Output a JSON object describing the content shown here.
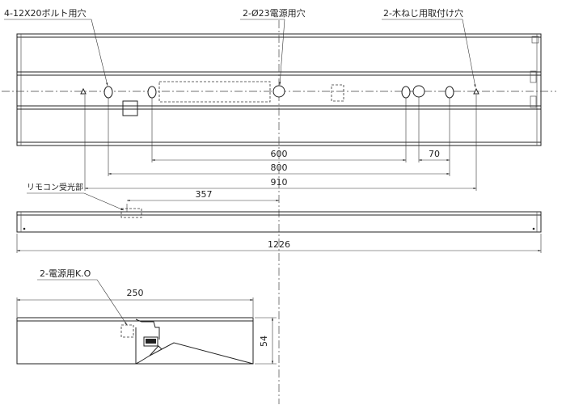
{
  "labels": {
    "bolt_holes": "4-12X20ボルト用穴",
    "power_holes": "2-Ø23電源用穴",
    "screw_holes": "2-木ねじ用取付け穴",
    "remote_receiver": "リモコン受光部",
    "power_ko": "2-電源用K.O"
  },
  "dimensions": {
    "d600": "600",
    "d70": "70",
    "d800": "800",
    "d910": "910",
    "d357": "357",
    "d1226": "1226",
    "d250": "250",
    "d54": "54"
  }
}
